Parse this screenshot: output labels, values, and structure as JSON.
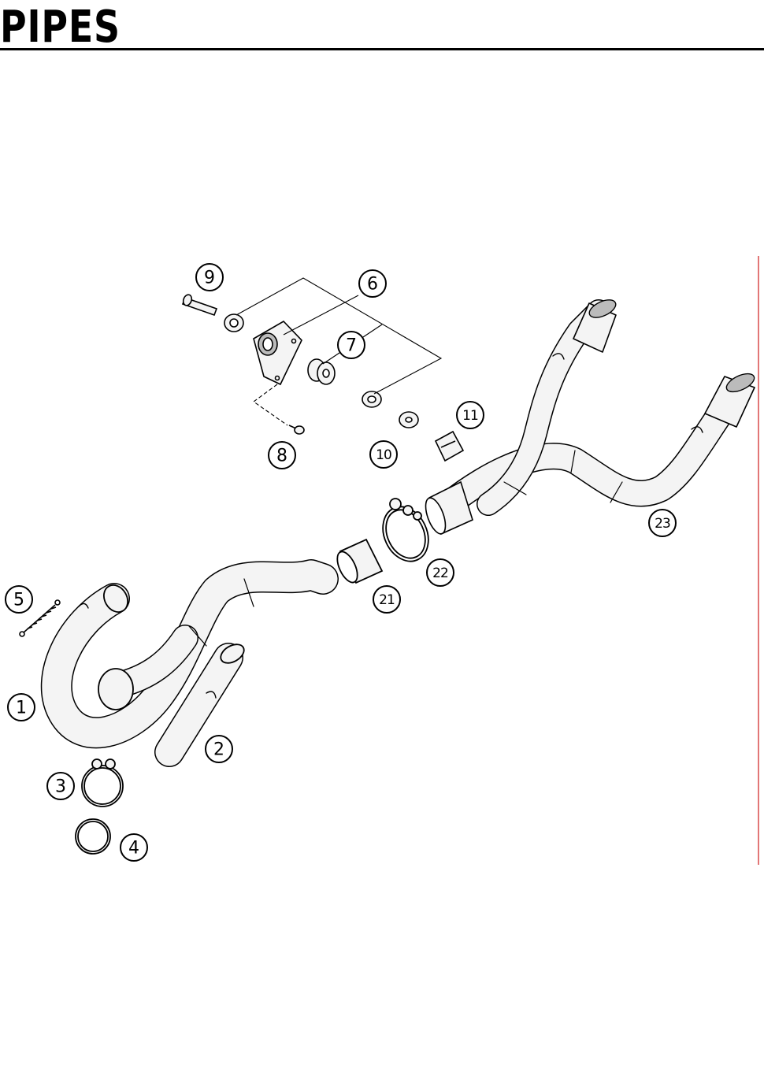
{
  "page": {
    "title": "PIPES"
  },
  "colors": {
    "line": "#000000",
    "pipe_fill": "#f4f4f4",
    "shade": "#bbbbbb",
    "margin_line": "#d94a4a"
  },
  "callouts": [
    {
      "id": "1",
      "label": "1"
    },
    {
      "id": "2",
      "label": "2"
    },
    {
      "id": "3",
      "label": "3"
    },
    {
      "id": "4",
      "label": "4"
    },
    {
      "id": "5",
      "label": "5"
    },
    {
      "id": "6",
      "label": "6"
    },
    {
      "id": "7",
      "label": "7"
    },
    {
      "id": "8",
      "label": "8"
    },
    {
      "id": "9",
      "label": "9"
    },
    {
      "id": "10",
      "label": "10"
    },
    {
      "id": "11",
      "label": "11"
    },
    {
      "id": "21",
      "label": "21"
    },
    {
      "id": "22",
      "label": "22"
    },
    {
      "id": "23",
      "label": "23"
    }
  ]
}
